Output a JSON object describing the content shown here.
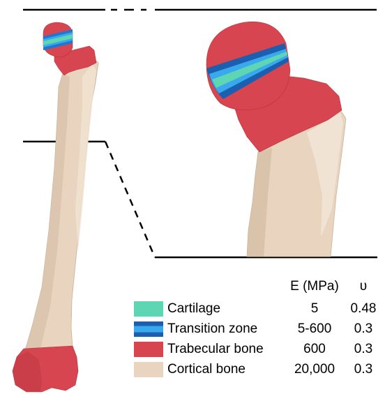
{
  "legend": {
    "header_e": "E (MPa)",
    "header_nu": "υ",
    "rows": [
      {
        "label": "Cartilage",
        "e": "5",
        "nu": "0.48",
        "color": "#5ed6b4"
      },
      {
        "label": "Transition zone",
        "e": "5-600",
        "nu": "0.3",
        "color": "#1e78d2"
      },
      {
        "label": "Trabecular bone",
        "e": "600",
        "nu": "0.3",
        "color": "#d64550"
      },
      {
        "label": "Cortical bone",
        "e": "20,000",
        "nu": "0.3",
        "color": "#e8d4bf"
      }
    ]
  },
  "colors": {
    "cartilage": "#5ed6b4",
    "transition_light": "#3aa8ec",
    "transition_dark": "#1a5fb0",
    "trabecular": "#d64550",
    "cortical": "#e8d4bf",
    "cortical_shade": "#d6bea6"
  }
}
